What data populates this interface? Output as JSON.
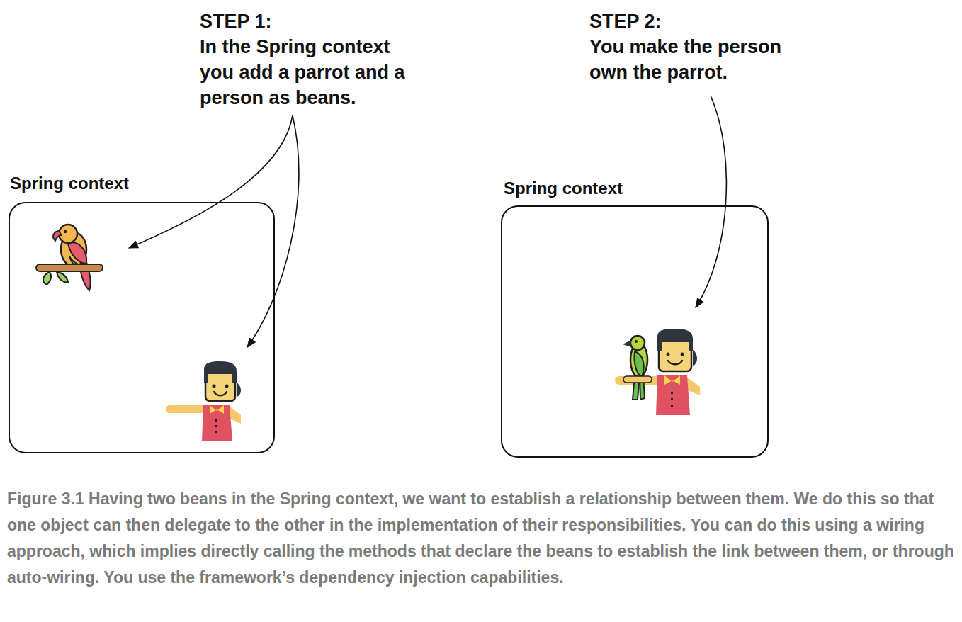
{
  "diagram": {
    "caption": "Figure 3.1 Having two beans in the Spring context, we want to establish a relationship between them. We do this so that one object can then delegate to the other in the implementation of their responsibilities. You can do this using a wiring approach, which implies directly calling the methods that declare the beans to establish the link between them, or through auto-wiring. You use the framework’s dependency injection capabilities.",
    "nodes": [
      {
        "text": [
          "Spring context"
        ]
      },
      {
        "text": [
          "Spring context"
        ]
      }
    ],
    "labels": [
      "STEP 1:",
      "In the Spring context you add a parrot and a person as beans.",
      "STEP 2:",
      "You make the person own the parrot."
    ]
  }
}
